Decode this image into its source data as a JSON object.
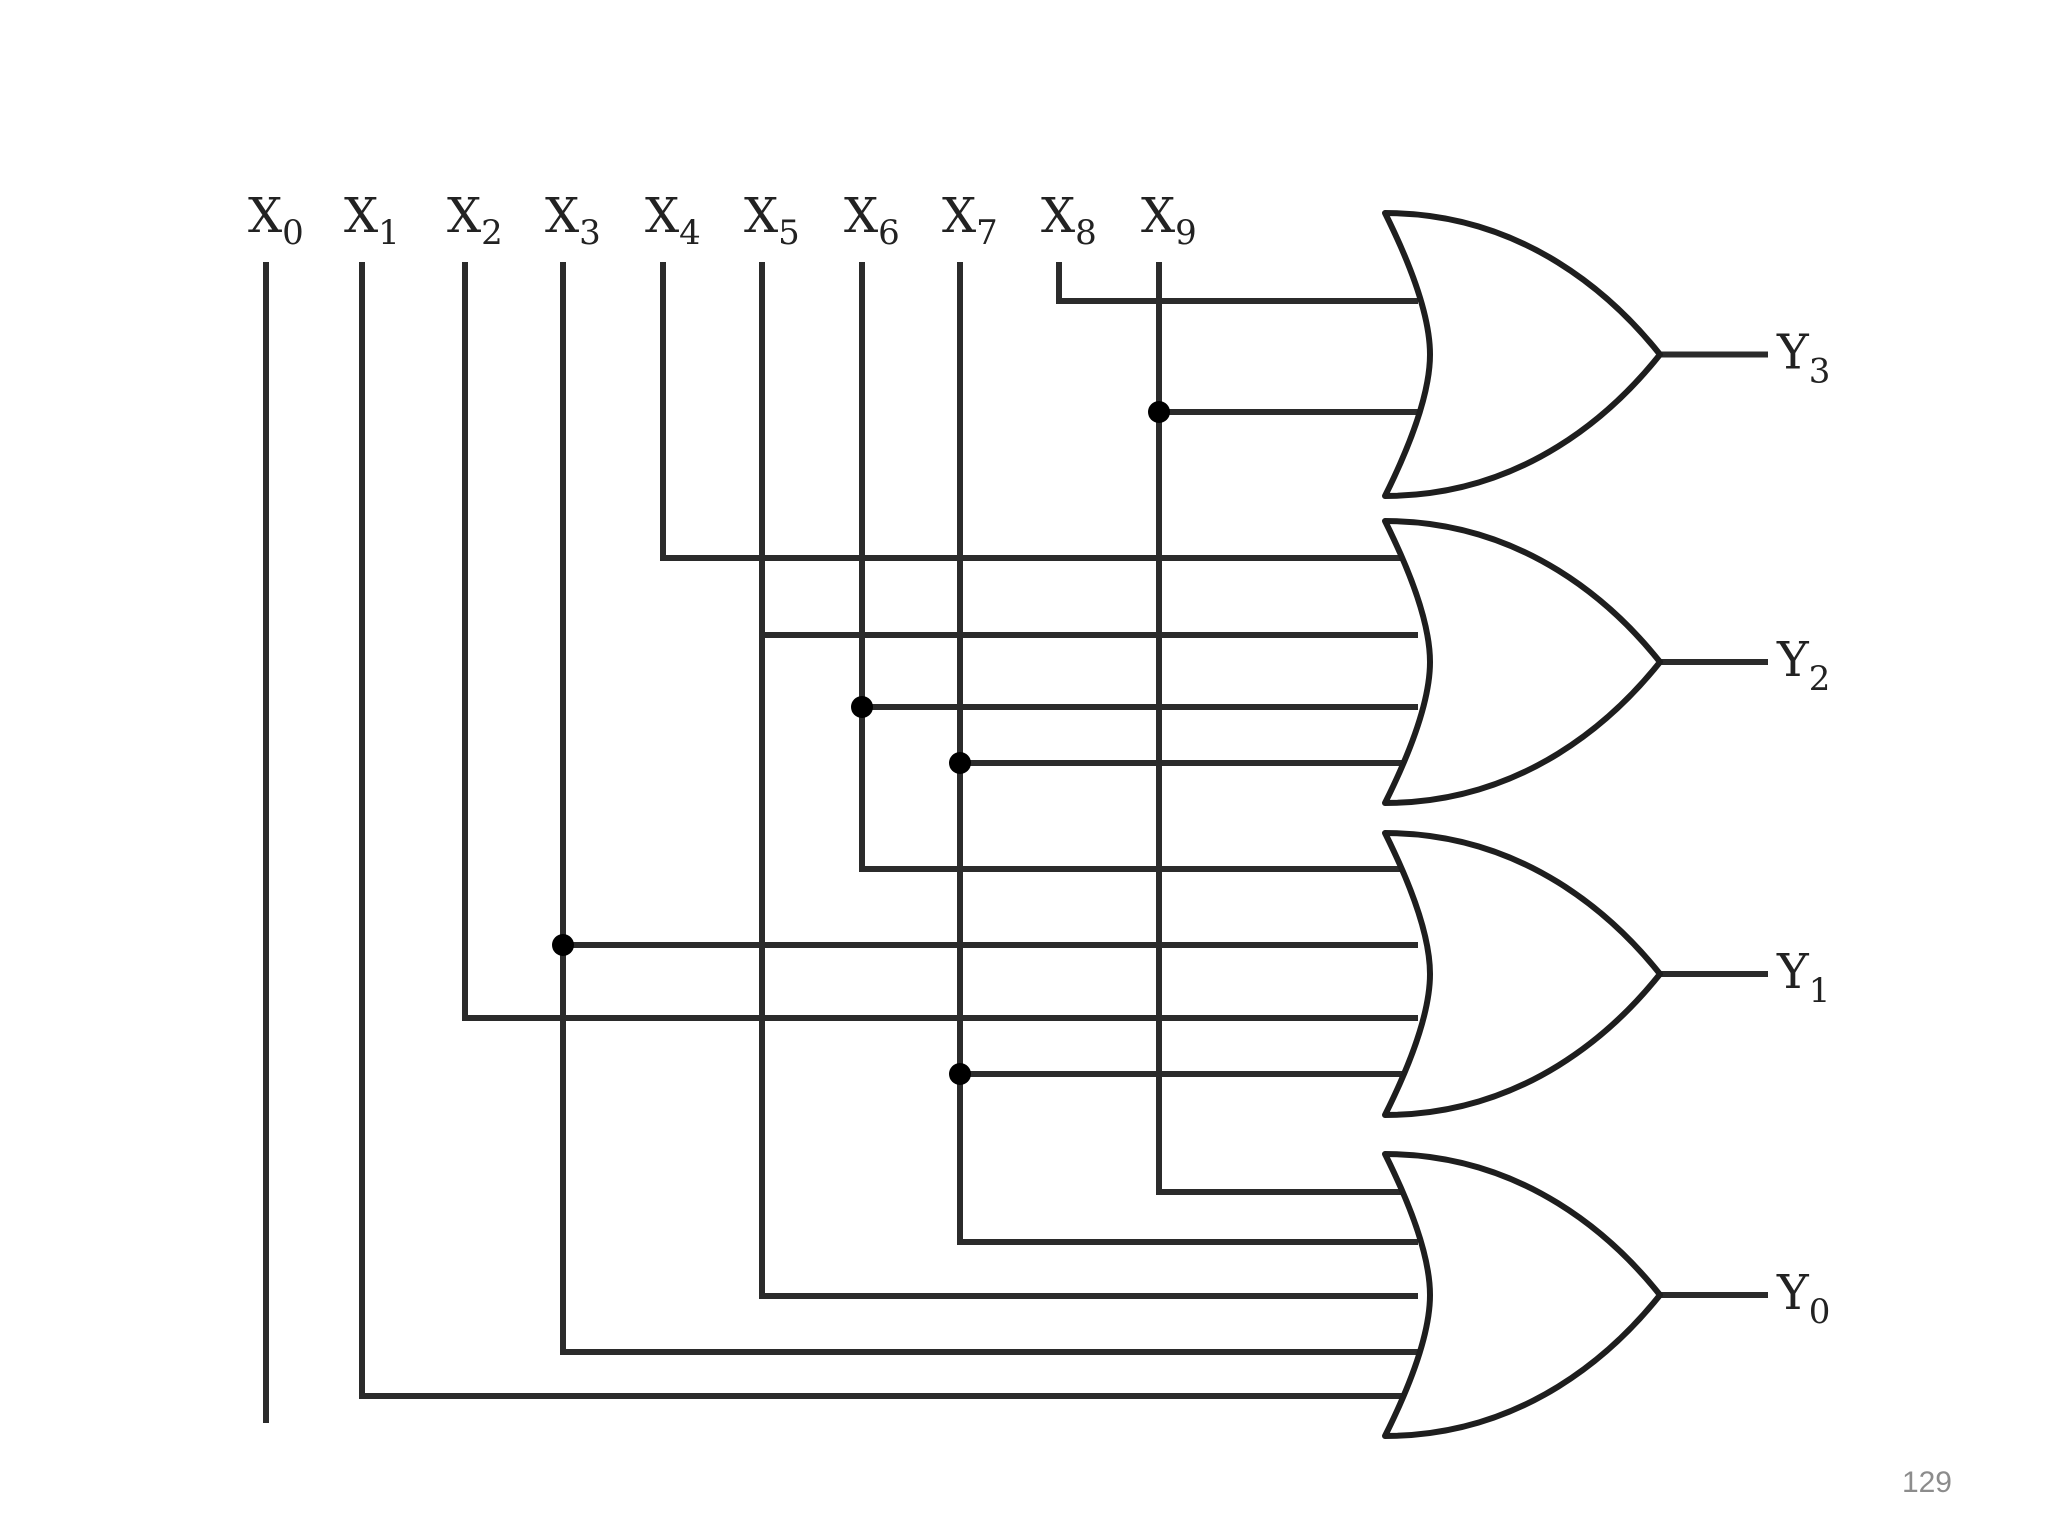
{
  "diagram": {
    "inputs": [
      {
        "name": "x0",
        "letter": "X",
        "sub": "0"
      },
      {
        "name": "x1",
        "letter": "X",
        "sub": "1"
      },
      {
        "name": "x2",
        "letter": "X",
        "sub": "2"
      },
      {
        "name": "x3",
        "letter": "X",
        "sub": "3"
      },
      {
        "name": "x4",
        "letter": "X",
        "sub": "4"
      },
      {
        "name": "x5",
        "letter": "X",
        "sub": "5"
      },
      {
        "name": "x6",
        "letter": "X",
        "sub": "6"
      },
      {
        "name": "x7",
        "letter": "X",
        "sub": "7"
      },
      {
        "name": "x8",
        "letter": "X",
        "sub": "8"
      },
      {
        "name": "x9",
        "letter": "X",
        "sub": "9"
      }
    ],
    "gates": [
      {
        "name": "y3",
        "type": "OR",
        "letter": "Y",
        "sub": "3",
        "inputs": [
          "x8",
          "x9"
        ]
      },
      {
        "name": "y2",
        "type": "OR",
        "letter": "Y",
        "sub": "2",
        "inputs": [
          "x4",
          "x5",
          "x6",
          "x7"
        ]
      },
      {
        "name": "y1",
        "type": "OR",
        "letter": "Y",
        "sub": "1",
        "inputs": [
          "x6",
          "x3",
          "x2",
          "x7"
        ]
      },
      {
        "name": "y0",
        "type": "OR",
        "letter": "Y",
        "sub": "0",
        "inputs": [
          "x9",
          "x7",
          "x5",
          "x3",
          "x1"
        ]
      }
    ],
    "junctions": [
      {
        "input": "x9",
        "gate": "y3"
      },
      {
        "input": "x6",
        "gate": "y2"
      },
      {
        "input": "x7",
        "gate": "y2"
      },
      {
        "input": "x3",
        "gate": "y1"
      },
      {
        "input": "x7",
        "gate": "y1"
      }
    ]
  },
  "footer": {
    "page_number": "129"
  }
}
